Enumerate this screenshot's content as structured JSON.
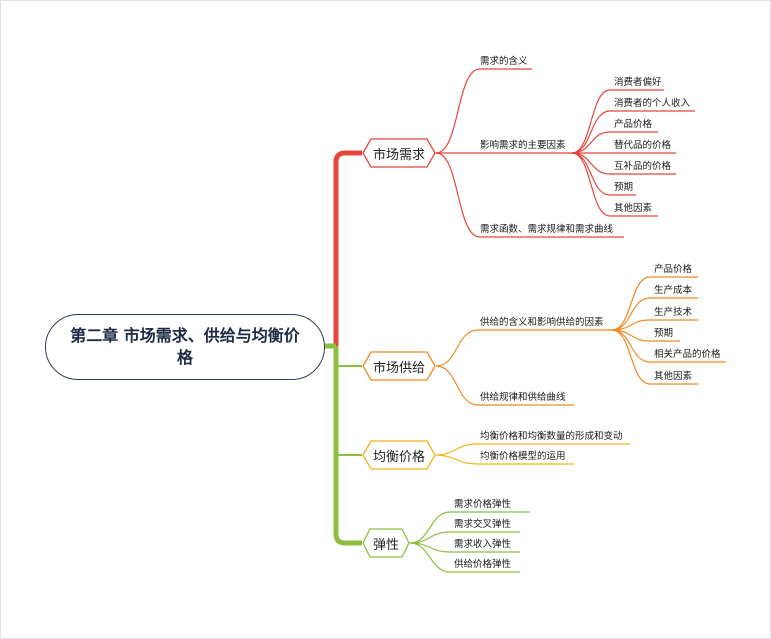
{
  "root": "第二章 市场需求、供给与均衡价格",
  "colors": {
    "demand": "#e8453c",
    "supply": "#f08a24",
    "equilibrium": "#f2b51c",
    "elasticity": "#8cbf3f",
    "root_border": "#2f3b57"
  },
  "branches": {
    "demand": {
      "label": "市场需求",
      "items": {
        "meaning": "需求的含义",
        "factors": "影响需求的主要因素",
        "function": "需求函数、需求规律和需求曲线"
      },
      "factors": [
        "消费者偏好",
        "消费者的个人收入",
        "产品价格",
        "替代品的价格",
        "互补品的价格",
        "预期",
        "其他因素"
      ]
    },
    "supply": {
      "label": "市场供给",
      "items": {
        "meaning": "供给的含义和影响供给的因素",
        "law": "供给规律和供给曲线"
      },
      "factors": [
        "产品价格",
        "生产成本",
        "生产技术",
        "预期",
        "相关产品的价格",
        "其他因素"
      ]
    },
    "equilibrium": {
      "label": "均衡价格",
      "items": [
        "均衡价格和均衡数量的形成和变动",
        "均衡价格模型的运用"
      ]
    },
    "elasticity": {
      "label": "弹性",
      "items": [
        "需求价格弹性",
        "需求交叉弹性",
        "需求收入弹性",
        "供给价格弹性"
      ]
    }
  }
}
